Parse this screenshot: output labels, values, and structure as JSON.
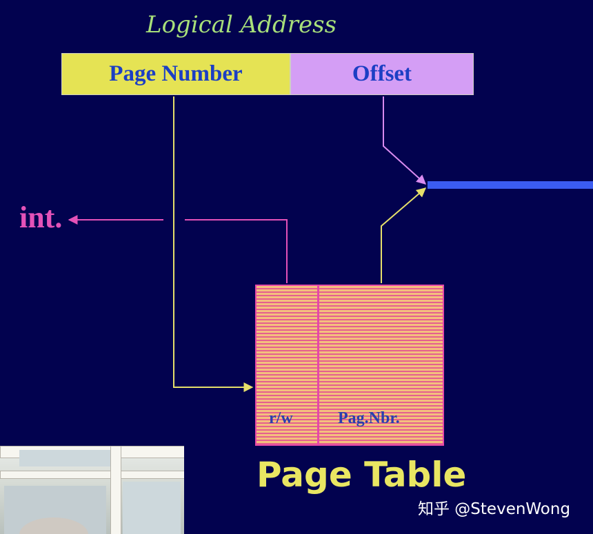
{
  "diagram": {
    "title": "Logical Address",
    "fields": {
      "page_number": "Page Number",
      "offset": "Offset"
    },
    "interrupt_label": "int.",
    "table": {
      "col_rw": "r/w",
      "col_page": "Pag.Nbr.",
      "title": "Page Table"
    }
  },
  "watermark": "知乎 @StevenWong",
  "colors": {
    "background": "#02024f",
    "title": "#a8e07a",
    "page_field": "#e5e354",
    "offset_field": "#d49ef5",
    "field_text": "#1c3fc4",
    "interrupt": "#e452b8",
    "table_stripe_a": "#f3c07d",
    "table_stripe_b": "#e55f8f",
    "table_title": "#e9e662",
    "output_bus": "#3b5cf0"
  }
}
